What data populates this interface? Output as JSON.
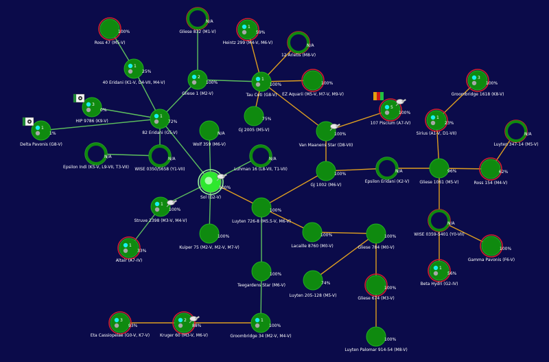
{
  "colors": {
    "background": "#0b0b4a",
    "planet_fill": "#0f8a0f",
    "planet_dark": "#0b5e0b",
    "link_gold": "#e0a020",
    "link_green": "#5ec05e",
    "ring_red": "#d4202a",
    "ring_green": "#33a033",
    "text": "#ffffff",
    "cyan": "#19f0ee",
    "gray": "#a8a8a8"
  },
  "systems": [
    {
      "id": "ross47",
      "label": "Ross 47  (M5-V)",
      "pct": "100%",
      "ring": "red",
      "dark": false
    },
    {
      "id": "gliese832",
      "label": "Gliese 832  (M1-V)",
      "pct": "N/A",
      "ring": "red",
      "dark": true
    },
    {
      "id": "heintz299",
      "label": "Heintz 299  (M4-V, M6-V)",
      "pct": "59%",
      "ring": "red",
      "dark": false,
      "count": "1"
    },
    {
      "id": "arietis",
      "label": "12 Arietis  (M8-V)",
      "pct": "N/A",
      "ring": "red",
      "dark": true
    },
    {
      "id": "eridani40",
      "label": "40 Eridani  (K1-V, D4-VII, M4-V)",
      "pct": "25%",
      "ring": "none",
      "dark": false,
      "count": "1"
    },
    {
      "id": "gliese1",
      "label": "Gliese 1  (M2-V)",
      "pct": "100%",
      "ring": "none",
      "dark": false,
      "count": "2"
    },
    {
      "id": "tauceti",
      "label": "Tau Ceti  (G8-V)",
      "pct": "100%",
      "ring": "none",
      "dark": false,
      "count": "1"
    },
    {
      "id": "ezaquarii",
      "label": "EZ Aquarii  (M5-V, M7-V, M9-V)",
      "pct": "100%",
      "ring": "red",
      "dark": false
    },
    {
      "id": "groombridge1618",
      "label": "Groombridge 1618  (K8-V)",
      "pct": "100%",
      "ring": "red",
      "dark": false,
      "count": "3"
    },
    {
      "id": "hip9786",
      "label": "HIP 9786  (K9-V)",
      "pct": "0%",
      "ring": "none",
      "dark": false,
      "count": "3"
    },
    {
      "id": "eridani82",
      "label": "82 Eridani  (G5-V)",
      "pct": "72%",
      "ring": "none",
      "dark": false,
      "count": "1"
    },
    {
      "id": "gj2005",
      "label": "GJ 2005  (M5-V)",
      "pct": "75%",
      "ring": "none",
      "dark": false
    },
    {
      "id": "piscium107",
      "label": "107 Piscium  (A7-IV)",
      "pct": "100%",
      "ring": "red",
      "dark": false,
      "count": "5"
    },
    {
      "id": "deltapavonis",
      "label": "Delta Pavonis  (G8-V)",
      "pct": "1%",
      "ring": "none",
      "dark": false,
      "count": "1"
    },
    {
      "id": "vanmaanen",
      "label": "Van Maanens Star  (D8-VII)",
      "pct": "100%",
      "ring": "none",
      "dark": false
    },
    {
      "id": "sirius",
      "label": "Sirius  (A1-V, D1-VII)",
      "pct": "23%",
      "ring": "red",
      "dark": false,
      "count": "1"
    },
    {
      "id": "luyten347",
      "label": "Luyten 347-14  (M5-V)",
      "pct": "N/A",
      "ring": "red",
      "dark": true
    },
    {
      "id": "wolf359",
      "label": "Wolf 359  (M6-V)",
      "pct": "N/A",
      "ring": "none",
      "dark": false
    },
    {
      "id": "luhman16",
      "label": "Luhman 16  (L8-VII, T1-VII)",
      "pct": "N/A",
      "ring": "green",
      "dark": true
    },
    {
      "id": "epsilonindi",
      "label": "Epsilon Indi  (K5-V, L9-VII, T3-VII)",
      "pct": "N/A",
      "ring": "green",
      "dark": true
    },
    {
      "id": "wise0350",
      "label": "WISE 0350/5658  (Y1-VII)",
      "pct": "N/A",
      "ring": "green",
      "dark": true
    },
    {
      "id": "gj1002",
      "label": "GJ 1002  (M6-V)",
      "pct": "100%",
      "ring": "none",
      "dark": false
    },
    {
      "id": "epsiloneridani",
      "label": "Epsilon Eridani  (K2-V)",
      "pct": "N/A",
      "ring": "green",
      "dark": true
    },
    {
      "id": "gliese1061",
      "label": "Gliese 1061  (M5-V)",
      "pct": "96%",
      "ring": "none",
      "dark": false
    },
    {
      "id": "ross154",
      "label": "Ross 154  (M4-V)",
      "pct": "62%",
      "ring": "red",
      "dark": false
    },
    {
      "id": "sol",
      "label": "Sol  (G2-V)",
      "pct": "100%",
      "ring": "home",
      "dark": false
    },
    {
      "id": "struve2398",
      "label": "Struve 2398  (M3-V, M4-V)",
      "pct": "100%",
      "ring": "none",
      "dark": false,
      "count": "1"
    },
    {
      "id": "luyten726",
      "label": "Luyten 726-8  (M5.5-V, M6-V)",
      "pct": "100%",
      "ring": "none",
      "dark": false
    },
    {
      "id": "kuiper75",
      "label": "Kuiper 75  (M2-V, M2-V, M7-V)",
      "pct": "100%",
      "ring": "none",
      "dark": false
    },
    {
      "id": "altair",
      "label": "Altair  (A7-IV)",
      "pct": "33%",
      "ring": "red",
      "dark": false,
      "count": "1"
    },
    {
      "id": "lacaille8760",
      "label": "Lacaille 8760  (M0-V)",
      "pct": "100%",
      "ring": "none",
      "dark": false
    },
    {
      "id": "gliese784",
      "label": "Gliese 784  (M0-V)",
      "pct": "100%",
      "ring": "none",
      "dark": false
    },
    {
      "id": "wise0359",
      "label": "WISE 0359-5401  (Y0-VII)",
      "pct": "N/A",
      "ring": "red",
      "dark": true
    },
    {
      "id": "gammapavonis",
      "label": "Gamma Pavonis  (F6-V)",
      "pct": "100%",
      "ring": "red",
      "dark": false
    },
    {
      "id": "teegarden",
      "label": "Teegardens Star  (M6-V)",
      "pct": "100%",
      "ring": "none",
      "dark": false
    },
    {
      "id": "betahydri",
      "label": "Beta Hydri  (G2-IV)",
      "pct": "56%",
      "ring": "red",
      "dark": false,
      "count": "1"
    },
    {
      "id": "luyten205",
      "label": "Luyten 205-128  (M5-V)",
      "pct": "74%",
      "ring": "none",
      "dark": false
    },
    {
      "id": "gliese674",
      "label": "Gliese 674  (M3-V)",
      "pct": "100%",
      "ring": "red",
      "dark": false
    },
    {
      "id": "etacass",
      "label": "Eta Cassiopeiae  (G0-V, K7-V)",
      "pct": "93%",
      "ring": "red",
      "dark": false,
      "count": "3"
    },
    {
      "id": "kruger60",
      "label": "Kruger 60  (M3-V, M6-V)",
      "pct": "88%",
      "ring": "red",
      "dark": false,
      "count": "2"
    },
    {
      "id": "groombridge34",
      "label": "Groombridge 34  (M2-V, M4-V)",
      "pct": "100%",
      "ring": "none",
      "dark": false,
      "count": "1"
    },
    {
      "id": "luytenpalomar",
      "label": "Luyten Palomar 914-54  (M8-V)",
      "pct": "100%",
      "ring": "none",
      "dark": false
    }
  ],
  "links": [
    {
      "a": "sol",
      "b": "eridani82",
      "color": "green"
    },
    {
      "a": "sol",
      "b": "wolf359",
      "color": "green"
    },
    {
      "a": "sol",
      "b": "luhman16",
      "color": "green"
    },
    {
      "a": "sol",
      "b": "struve2398",
      "color": "green"
    },
    {
      "a": "sol",
      "b": "kuiper75",
      "color": "green"
    },
    {
      "a": "sol",
      "b": "luyten726",
      "color": "gold"
    },
    {
      "a": "eridani82",
      "b": "gliese1",
      "color": "green"
    },
    {
      "a": "eridani82",
      "b": "eridani40",
      "color": "green"
    },
    {
      "a": "eridani82",
      "b": "hip9786",
      "color": "green"
    },
    {
      "a": "eridani82",
      "b": "wise0350",
      "color": "green"
    },
    {
      "a": "eridani82",
      "b": "deltapavonis",
      "color": "green"
    },
    {
      "a": "eridani40",
      "b": "ross47",
      "color": "green"
    },
    {
      "a": "gliese1",
      "b": "gliese832",
      "color": "green"
    },
    {
      "a": "gliese1",
      "b": "tauceti",
      "color": "green"
    },
    {
      "a": "tauceti",
      "b": "heintz299",
      "color": "gold"
    },
    {
      "a": "tauceti",
      "b": "arietis",
      "color": "gold"
    },
    {
      "a": "tauceti",
      "b": "ezaquarii",
      "color": "gold"
    },
    {
      "a": "tauceti",
      "b": "gj2005",
      "color": "gold"
    },
    {
      "a": "tauceti",
      "b": "vanmaanen",
      "color": "gold"
    },
    {
      "a": "vanmaanen",
      "b": "piscium107",
      "color": "gold"
    },
    {
      "a": "vanmaanen",
      "b": "gj1002",
      "color": "gold"
    },
    {
      "a": "wise0350",
      "b": "epsilonindi",
      "color": "green"
    },
    {
      "a": "luyten726",
      "b": "gj1002",
      "color": "gold"
    },
    {
      "a": "luyten726",
      "b": "lacaille8760",
      "color": "gold"
    },
    {
      "a": "luyten726",
      "b": "teegarden",
      "color": "green"
    },
    {
      "a": "gj1002",
      "b": "epsiloneridani",
      "color": "gold"
    },
    {
      "a": "epsiloneridani",
      "b": "gliese1061",
      "color": "gold"
    },
    {
      "a": "gliese1061",
      "b": "sirius",
      "color": "gold"
    },
    {
      "a": "sirius",
      "b": "groombridge1618",
      "color": "gold"
    },
    {
      "a": "gliese1061",
      "b": "ross154",
      "color": "gold"
    },
    {
      "a": "ross154",
      "b": "luyten347",
      "color": "gold"
    },
    {
      "a": "gliese1061",
      "b": "wise0359",
      "color": "gold"
    },
    {
      "a": "wise0359",
      "b": "gammapavonis",
      "color": "gold"
    },
    {
      "a": "wise0359",
      "b": "betahydri",
      "color": "gold"
    },
    {
      "a": "lacaille8760",
      "b": "gliese784",
      "color": "gold"
    },
    {
      "a": "gliese784",
      "b": "luyten205",
      "color": "gold"
    },
    {
      "a": "gliese784",
      "b": "gliese674",
      "color": "gold"
    },
    {
      "a": "gliese674",
      "b": "luytenpalomar",
      "color": "gold"
    },
    {
      "a": "struve2398",
      "b": "altair",
      "color": "green"
    },
    {
      "a": "teegarden",
      "b": "groombridge34",
      "color": "green"
    },
    {
      "a": "groombridge34",
      "b": "kruger60",
      "color": "gold"
    },
    {
      "a": "kruger60",
      "b": "etacass",
      "color": "gold"
    }
  ],
  "flags": [
    {
      "system": "hip9786",
      "name": "flag-icon"
    },
    {
      "system": "deltapavonis",
      "name": "flag-icon"
    },
    {
      "system": "piscium107",
      "name": "flag-icon"
    }
  ],
  "ships": [
    {
      "system": "sol",
      "name": "starship-icon"
    },
    {
      "system": "vanmaanen",
      "name": "starship-icon"
    },
    {
      "system": "piscium107",
      "name": "starship-icon"
    },
    {
      "system": "struve2398",
      "name": "starship-icon"
    },
    {
      "system": "kruger60",
      "name": "starship-icon"
    }
  ]
}
